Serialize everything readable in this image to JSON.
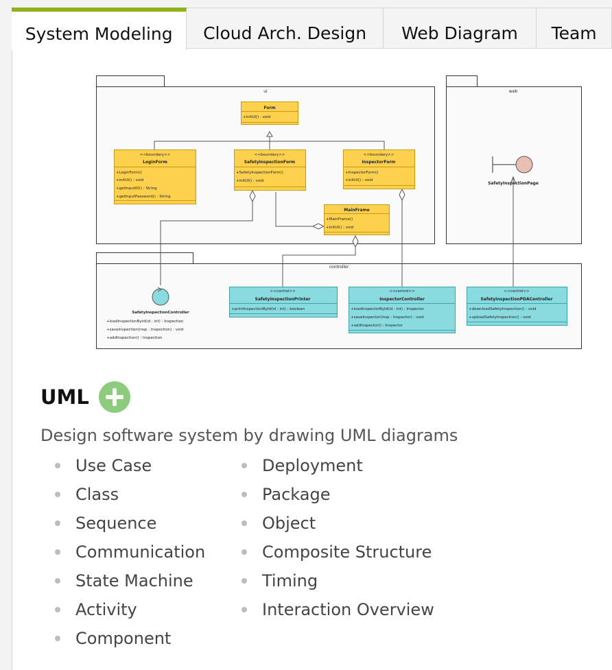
{
  "tabs": [
    {
      "label": "System Modeling",
      "active": true
    },
    {
      "label": "Cloud Arch. Design",
      "active": false
    },
    {
      "label": "Web Diagram",
      "active": false
    },
    {
      "label": "Team",
      "active": false
    }
  ],
  "diagram": {
    "packages": {
      "ui": "ui",
      "web": "web",
      "controller": "controller"
    },
    "form": {
      "name": "Form",
      "method": "+initUI() : void"
    },
    "login_form": {
      "stereotype": "<<boundary>>",
      "name": "LoginForm",
      "methods": [
        "+LoginForm()",
        "+initUI() : void",
        "+getInputID() : String",
        "+getInputPassword() : String"
      ]
    },
    "safety_form": {
      "stereotype": "<<boundary>>",
      "name": "SafetyInspectionForm",
      "methods": [
        "+SafetyInspectionForm()",
        "+initUI() : void"
      ]
    },
    "inspector_form": {
      "stereotype": "<<boundary>>",
      "name": "InspectorForm",
      "methods": [
        "+InspectorForm()",
        "+initUI() : void"
      ]
    },
    "main_frame": {
      "name": "MainFrame",
      "methods": [
        "+MainFrame()",
        "+initUI() : void"
      ]
    },
    "safety_page": {
      "name": "SafetyInspectionPage"
    },
    "safety_controller": {
      "name": "SafetyInspectionController",
      "methods": [
        "+loadInspectionById(id : int) : Inspection",
        "+saveInspection(insp : Inspection) : void",
        "+addInspection() : Inspection"
      ]
    },
    "printer": {
      "stereotype": "<<control>>",
      "name": "SafetyInspectionPrinter",
      "methods": [
        "+printInspectionById(id : int) : boolean"
      ]
    },
    "inspector_controller": {
      "stereotype": "<<control>>",
      "name": "InspectorController",
      "methods": [
        "+loadInspectorById(id : int) : Inspector",
        "+saveInspector(insp : Inspector) : void",
        "+addInspector() : Inspector"
      ]
    },
    "pda_controller": {
      "stereotype": "<<control>>",
      "name": "SafetyInspectionPDAController",
      "methods": [
        "+downloadSafetyInspection() : void",
        "+uploadSafetyInspection() : void"
      ]
    }
  },
  "section": {
    "title": "UML",
    "add_icon": "plus-circle-icon",
    "description": "Design software system by drawing UML diagrams",
    "column1": [
      "Use Case",
      "Class",
      "Sequence",
      "Communication",
      "State Machine",
      "Activity",
      "Component"
    ],
    "column2": [
      "Deployment",
      "Package",
      "Object",
      "Composite Structure",
      "Timing",
      "Interaction Overview"
    ]
  },
  "colors": {
    "accent": "#8fb11d",
    "boundary_class": "#fdd14d",
    "control_class": "#8adbe0",
    "add_icon": "#8dcc7d"
  }
}
